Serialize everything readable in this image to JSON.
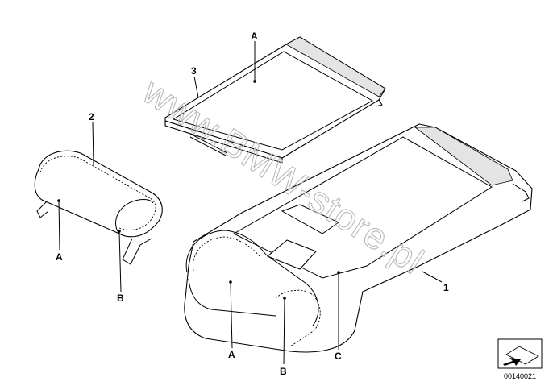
{
  "watermark": "www.BMW-store.pl",
  "callouts": {
    "item1": "1",
    "item2": "2",
    "item3": "3",
    "a_top": "A",
    "a_left": "A",
    "a_bottom": "A",
    "b_left": "B",
    "b_bottom": "B",
    "c_bottom": "C"
  },
  "diagram_code": "00140021",
  "nav_icon": "arrow-box-icon"
}
